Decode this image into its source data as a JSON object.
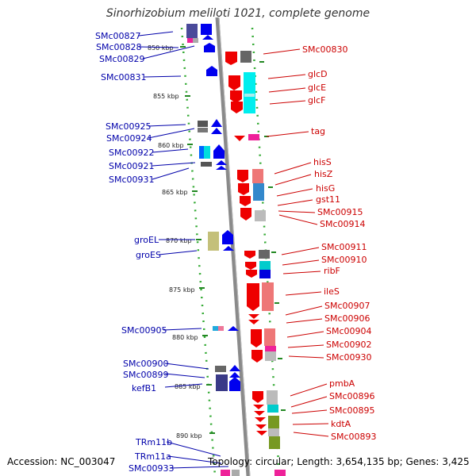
{
  "title": "Sinorhizobium meliloti 1021, complete genome",
  "footer": {
    "accession": "Accession: NC_003047",
    "topology": "Topology: circular; Length: 3,654,135 bp; Genes: 3,425"
  },
  "colors": {
    "backbone": "#888888",
    "dotted_track": "#33aa33",
    "left_label": "#0000aa",
    "right_label": "#cc0000",
    "forward_gene": "#0000ee",
    "reverse_gene": "#ee0000"
  },
  "kbp_marks": [
    {
      "label": "850 kbp"
    },
    {
      "label": "855 kbp"
    },
    {
      "label": "860 kbp"
    },
    {
      "label": "865 kbp"
    },
    {
      "label": "870 kbp"
    },
    {
      "label": "875 kbp"
    },
    {
      "label": "880 kbp"
    },
    {
      "label": "885 kbp"
    },
    {
      "label": "890 kbp"
    }
  ],
  "left_labels": [
    "SMc00827",
    "SMc00828",
    "SMc00829",
    "SMc00831",
    "SMc00925",
    "SMc00924",
    "SMc00922",
    "SMc00921",
    "SMc00931",
    "groEL",
    "groES",
    "SMc00905",
    "SMc00900",
    "SMc00899",
    "kefB1",
    "TRm11b",
    "TRm11a",
    "SMc00933"
  ],
  "right_labels": [
    "SMc00830",
    "glcD",
    "glcE",
    "glcF",
    "tag",
    "hisS",
    "hisZ",
    "hisG",
    "gst11",
    "SMc00915",
    "SMc00914",
    "SMc00911",
    "SMc00910",
    "ribF",
    "ileS",
    "SMc00907",
    "SMc00906",
    "SMc00904",
    "SMc00902",
    "SMc00930",
    "pmbA",
    "SMc00896",
    "SMc00895",
    "kdtA",
    "SMc00893"
  ]
}
